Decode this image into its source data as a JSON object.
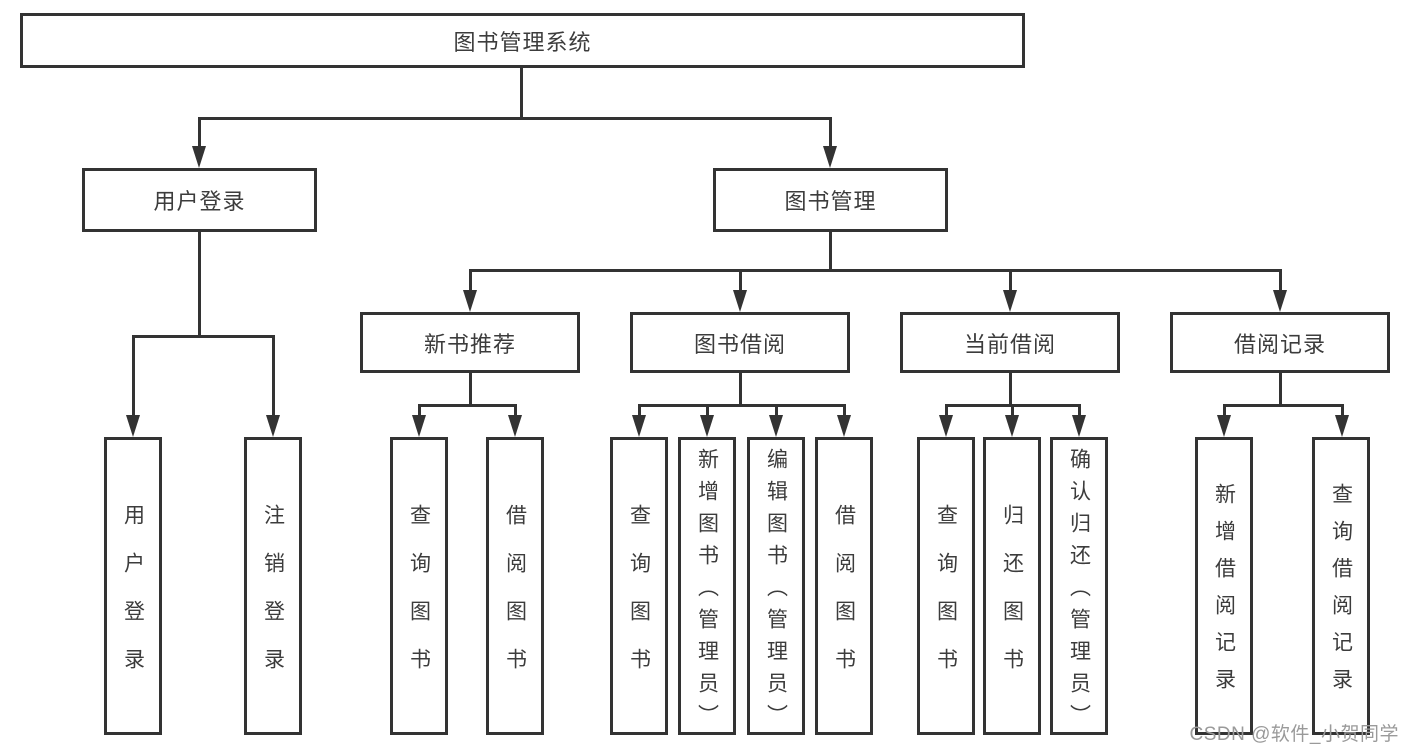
{
  "colors": {
    "line": "#333333",
    "text": "#3c3c3c",
    "background": "#ffffff",
    "watermark": "#9a9a9a"
  },
  "root": {
    "label": "图书管理系统"
  },
  "level2": [
    {
      "label": "用户登录"
    },
    {
      "label": "图书管理"
    }
  ],
  "level3": [
    {
      "label": "新书推荐"
    },
    {
      "label": "图书借阅"
    },
    {
      "label": "当前借阅"
    },
    {
      "label": "借阅记录"
    }
  ],
  "leaves": [
    {
      "label": "用户登录"
    },
    {
      "label": "注销登录"
    },
    {
      "label": "查询图书"
    },
    {
      "label": "借阅图书"
    },
    {
      "label": "查询图书"
    },
    {
      "label": "新增图书（管理员）"
    },
    {
      "label": "编辑图书（管理员）"
    },
    {
      "label": "借阅图书"
    },
    {
      "label": "查询图书"
    },
    {
      "label": "归还图书"
    },
    {
      "label": "确认归还（管理员）"
    },
    {
      "label": "新增借阅记录"
    },
    {
      "label": "查询借阅记录"
    }
  ],
  "watermark": {
    "label": "CSDN @软件_小贺同学"
  }
}
